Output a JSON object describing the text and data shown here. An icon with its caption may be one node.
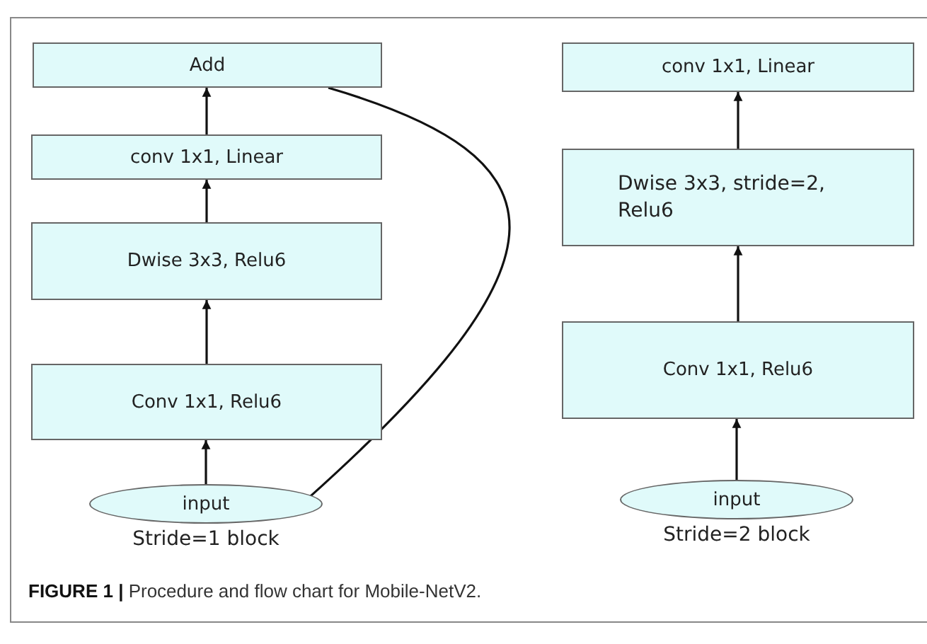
{
  "diagram": {
    "caption": "**FIGURE 1 |** Procedure and flow chart for Mobile-NetV2.",
    "nodes": [
      {
        "text": [
          "Add"
        ]
      },
      {
        "text": [
          "conv 1x1, Linear"
        ]
      },
      {
        "text": [
          "Dwise 3x3, Relu6"
        ]
      },
      {
        "text": [
          "Conv 1x1, Relu6"
        ]
      },
      {
        "text": [
          "input"
        ],
        "beside": [
          "Stride=1 block"
        ]
      },
      {
        "text": [
          "conv 1x1, Linear"
        ]
      },
      {
        "text": [
          "Dwise 3x3, stride=2, Relu6"
        ]
      },
      {
        "text": [
          "Conv 1x1, Relu6"
        ]
      },
      {
        "text": [
          "input"
        ],
        "beside": [
          "Stride=2 block"
        ]
      }
    ],
    "edges": [
      {
        "from": 1,
        "to": 0,
        "arrow": "to"
      },
      {
        "from": 2,
        "to": 1,
        "arrow": "to"
      },
      {
        "from": 3,
        "to": 2,
        "arrow": "to"
      },
      {
        "from": 4,
        "to": 3,
        "arrow": "to"
      },
      {
        "from": 4,
        "to": 0,
        "arrow": "none"
      },
      {
        "from": 6,
        "to": 5,
        "arrow": "to"
      },
      {
        "from": 7,
        "to": 6,
        "arrow": "to"
      },
      {
        "from": 8,
        "to": 7,
        "arrow": "to"
      }
    ]
  }
}
